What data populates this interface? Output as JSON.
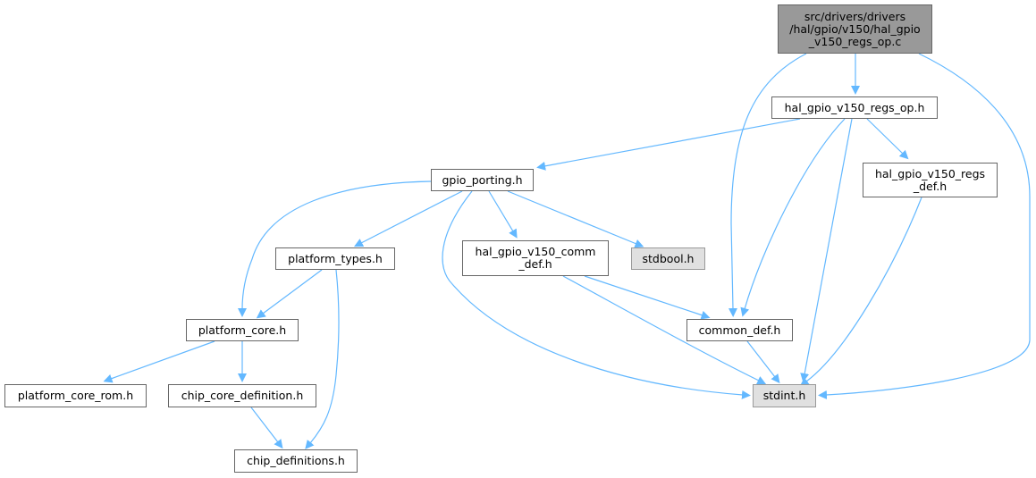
{
  "graph": {
    "edge_color": "#63b8ff",
    "nodes": {
      "root": "src/drivers/drivers\n/hal/gpio/v150/hal_gpio\n_v150_regs_op.c",
      "regs_op": "hal_gpio_v150_regs_op.h",
      "gpio_porting": "gpio_porting.h",
      "regs_def": "hal_gpio_v150_regs\n_def.h",
      "platform_types": "platform_types.h",
      "comm_def": "hal_gpio_v150_comm\n_def.h",
      "stdbool": "stdbool.h",
      "platform_core": "platform_core.h",
      "common_def": "common_def.h",
      "platform_core_rom": "platform_core_rom.h",
      "chip_core_definition": "chip_core_definition.h",
      "stdint": "stdint.h",
      "chip_definitions": "chip_definitions.h"
    },
    "edges": [
      [
        "root",
        "regs_op"
      ],
      [
        "root",
        "common_def"
      ],
      [
        "root",
        "stdint"
      ],
      [
        "regs_op",
        "gpio_porting"
      ],
      [
        "regs_op",
        "common_def"
      ],
      [
        "regs_op",
        "stdint"
      ],
      [
        "regs_op",
        "regs_def"
      ],
      [
        "gpio_porting",
        "platform_core"
      ],
      [
        "gpio_porting",
        "platform_types"
      ],
      [
        "gpio_porting",
        "comm_def"
      ],
      [
        "gpio_porting",
        "stdbool"
      ],
      [
        "gpio_porting",
        "stdint"
      ],
      [
        "comm_def",
        "common_def"
      ],
      [
        "comm_def",
        "stdint"
      ],
      [
        "platform_types",
        "platform_core"
      ],
      [
        "platform_types",
        "chip_definitions"
      ],
      [
        "platform_core",
        "platform_core_rom"
      ],
      [
        "platform_core",
        "chip_core_definition"
      ],
      [
        "chip_core_definition",
        "chip_definitions"
      ],
      [
        "common_def",
        "stdint"
      ],
      [
        "regs_def",
        "stdint"
      ]
    ]
  }
}
